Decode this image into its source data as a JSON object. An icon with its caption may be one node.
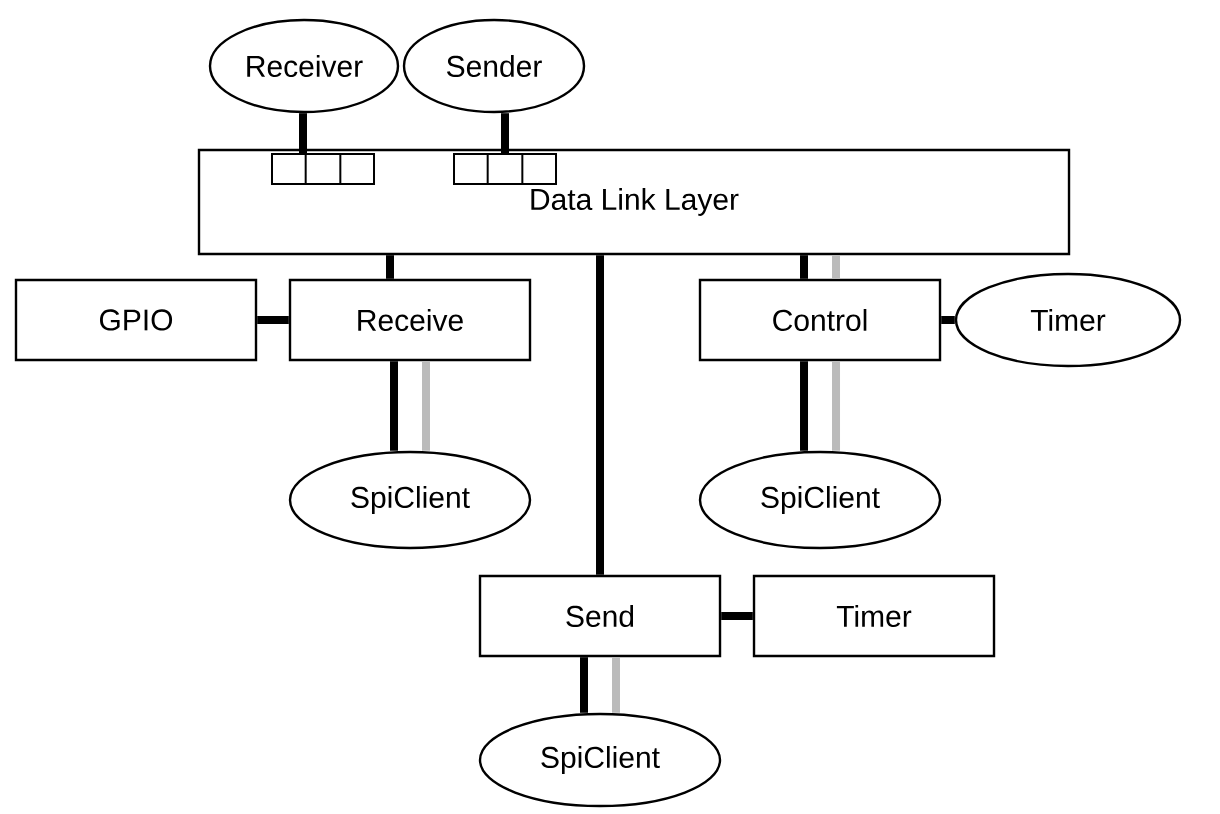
{
  "diagram": {
    "nodes": [
      {
        "text": [
          "Receiver"
        ]
      },
      {
        "text": [
          "Sender"
        ]
      },
      {
        "text": [
          "Data Link Layer"
        ]
      },
      {
        "text": [
          "GPIO"
        ]
      },
      {
        "text": [
          "Receive"
        ]
      },
      {
        "text": [
          "Control"
        ]
      },
      {
        "text": [
          "Timer"
        ]
      },
      {
        "text": [
          "SpiClient"
        ]
      },
      {
        "text": [
          "SpiClient"
        ]
      },
      {
        "text": [
          "Send"
        ]
      },
      {
        "text": [
          "Timer"
        ]
      },
      {
        "text": [
          "SpiClient"
        ]
      },
      {
        "text": [],
        "shape": "box",
        "in": 2
      },
      {
        "text": [],
        "shape": "box",
        "in": 2
      }
    ],
    "edges": [
      {
        "from": 0,
        "to": 12,
        "arrow": "none"
      },
      {
        "from": 1,
        "to": 13,
        "arrow": "none"
      },
      {
        "from": 2,
        "to": 4,
        "arrow": "none"
      },
      {
        "from": 2,
        "to": 9,
        "arrow": "none"
      },
      {
        "from": 2,
        "to": 5,
        "arrow": "none"
      },
      {
        "from": 2,
        "to": 5,
        "arrow": "none",
        "color": "#bbbbbb"
      },
      {
        "from": 3,
        "to": 4,
        "arrow": "none"
      },
      {
        "from": 5,
        "to": 6,
        "arrow": "none"
      },
      {
        "from": 4,
        "to": 7,
        "arrow": "none"
      },
      {
        "from": 4,
        "to": 7,
        "arrow": "none",
        "color": "#bbbbbb"
      },
      {
        "from": 5,
        "to": 8,
        "arrow": "none"
      },
      {
        "from": 5,
        "to": 8,
        "arrow": "none",
        "color": "#bbbbbb"
      },
      {
        "from": 9,
        "to": 10,
        "arrow": "none"
      },
      {
        "from": 9,
        "to": 11,
        "arrow": "none"
      },
      {
        "from": 9,
        "to": 11,
        "arrow": "none",
        "color": "#bbbbbb"
      }
    ]
  }
}
